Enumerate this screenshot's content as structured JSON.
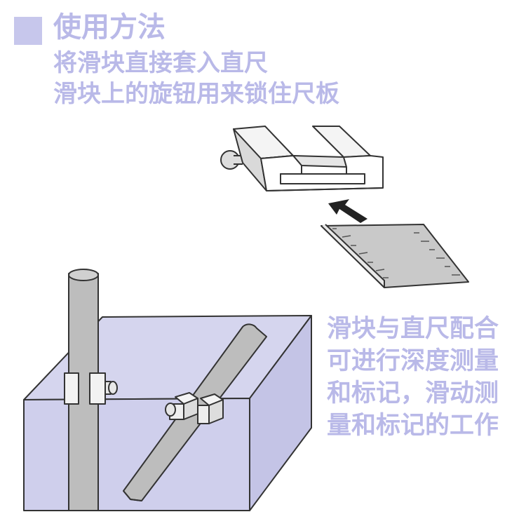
{
  "heading": {
    "title": "使用方法",
    "lines": [
      "将滑块直接套入直尺",
      "滑块上的旋钮用来锁住尺板"
    ]
  },
  "description": {
    "lines": [
      "滑块与直尺配合",
      "可进行深度测量",
      "和标记，滑动测",
      "量和标记的工作"
    ]
  },
  "colors": {
    "text": "#b9b9e8",
    "heading_mark": "#c7c7ec",
    "block_fill": "#d8d8f0",
    "metal": "#b8b8b8",
    "stroke": "#333333"
  },
  "icons": [
    "slider-block-illustration",
    "arrow-icon",
    "ruler-illustration",
    "measuring-setup-illustration"
  ]
}
